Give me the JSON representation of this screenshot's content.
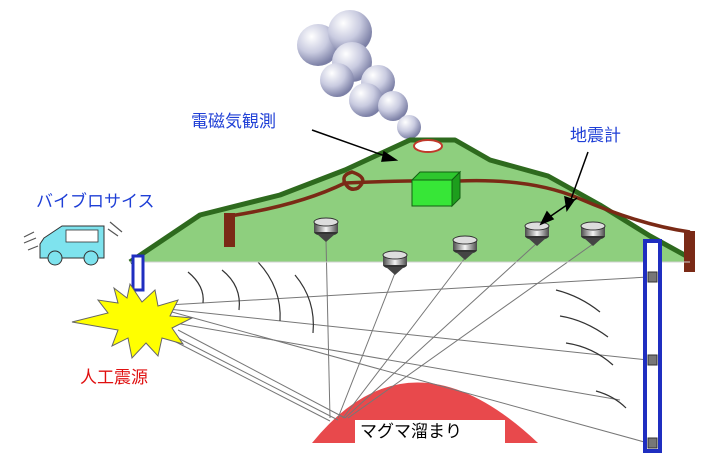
{
  "labels": {
    "em_observation": "電磁気観測",
    "seismometer": "地震計",
    "vibroseis": "バイブロサイス",
    "artificial_source": "人工震源",
    "magma_chamber": "マグマ溜まり"
  },
  "colors": {
    "label_blue": "#1f3fd6",
    "label_red": "#e01010",
    "volcano_green": "#8ecf7e",
    "ridge_green": "#2e6a1e",
    "em_cable": "#7a2a16",
    "magma_red": "#e8494c",
    "borehole_blue": "#1f2ec0",
    "em_box": "#37e637",
    "explosion_yellow": "#ffff00",
    "vehicle_cyan": "#7ee3ee"
  },
  "icons": [
    "seismometer-icon",
    "vibroseis-truck-icon",
    "explosion-icon",
    "borehole-icon",
    "em-instrument-box-icon",
    "smoke-plume-icon"
  ]
}
